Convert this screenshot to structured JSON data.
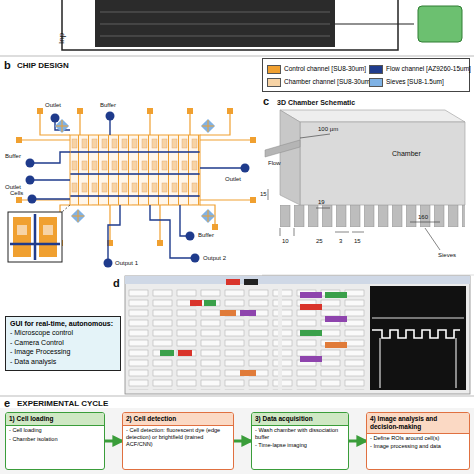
{
  "diagram": {
    "nodes": [
      {
        "text": [
          "GUI for real-time, autonomous:",
          "- Microscope control",
          "- Camera Control",
          "- Image Processing",
          "- Data analysis"
        ]
      },
      {
        "text": [
          "1) Cell loading",
          "- Cell loading",
          "- Chamber isolation"
        ]
      },
      {
        "text": [
          "2) Cell detection",
          "- Cell detection: fluorescent dye (edge detection) or brightfield (trained ACF/CNN)"
        ]
      },
      {
        "text": [
          "3) Data acquisition",
          "- Wash chamber with dissociation buffer",
          "- Time-lapse imaging"
        ]
      },
      {
        "text": [
          "4) Image analysis and decision-making",
          "- Define ROIs around cell(s)",
          "- Image processing and data"
        ]
      }
    ],
    "edges": [
      {
        "from": 1,
        "to": 2,
        "arrow": "to"
      },
      {
        "from": 2,
        "to": 3,
        "arrow": "to"
      },
      {
        "from": 3,
        "to": 4,
        "arrow": "to"
      }
    ],
    "labels": [
      "Inp",
      "b",
      "CHIP DESIGN",
      "Outlet",
      "Buffer",
      "Buffer",
      "Outlet",
      "Outlet",
      "Cells",
      "Buffer",
      "Output 1",
      "Output 2",
      "c",
      "3D Chamber Schematic",
      "Flow",
      "100 µm",
      "Chamber",
      "15",
      "10",
      "19",
      "25",
      "3",
      "15",
      "160",
      "Sieves",
      "d",
      "e",
      "EXPERIMENTAL CYCLE"
    ],
    "legend": [
      {
        "text": "Control channel [SU8-30um]",
        "color": "#f0a030"
      },
      {
        "text": "Flow channel [AZ9260-15um]",
        "color": "#1f3b8c"
      },
      {
        "text": "Chamber channel [SU8-30um]",
        "color": "#f7d3a5"
      },
      {
        "text": "Sieves [SU8-1.5um]",
        "color": "#7fb2e5"
      }
    ]
  }
}
